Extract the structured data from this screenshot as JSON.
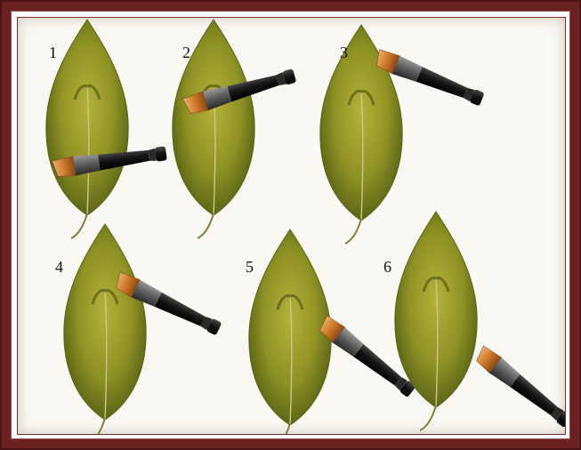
{
  "steps": [
    {
      "number": "1"
    },
    {
      "number": "2"
    },
    {
      "number": "3"
    },
    {
      "number": "4"
    },
    {
      "number": "5"
    },
    {
      "number": "6"
    }
  ],
  "colors": {
    "frame": "#6b2022",
    "leaf_light": "#a8aa2e",
    "leaf_dark": "#4f5a14",
    "vein": "#c9c98a",
    "brush_handle": "#1a1a1a",
    "brush_ferrule": "#6a6a6a",
    "bristles": "#d07a2a"
  },
  "icons": [
    "leaf-illustration",
    "flat-brush-icon"
  ]
}
